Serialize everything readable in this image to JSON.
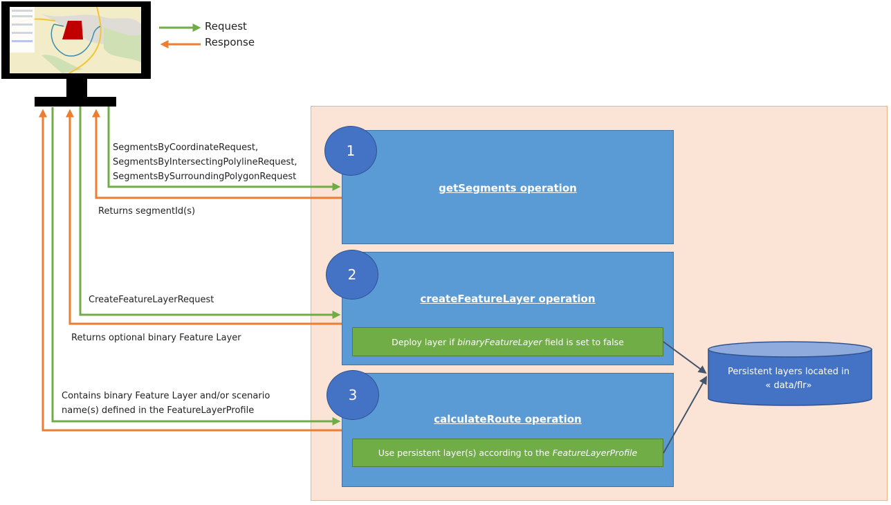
{
  "legend": {
    "request_label": "Request",
    "response_label": "Response",
    "request_color": "#70ad47",
    "response_color": "#ed7d31"
  },
  "client": {
    "icon": "monitor-icon",
    "screen": "map-application-screenshot"
  },
  "operations": [
    {
      "number": "1",
      "title": "getSegments operation",
      "request_label_lines": [
        "SegmentsByCoordinateRequest,",
        "SegmentsByIntersectingPolylineRequest,",
        "SegmentsBySurroundingPolygonRequest"
      ],
      "response_label": "Returns segmentId(s)"
    },
    {
      "number": "2",
      "title": "createFeatureLayer operation",
      "request_label": "CreateFeatureLayerRequest",
      "response_label": "Returns optional binary Feature Layer",
      "note": {
        "prefix": "Deploy layer if ",
        "italic": "binaryFeatureLayer",
        "suffix": " field is set to false"
      }
    },
    {
      "number": "3",
      "title": "calculateRoute operation",
      "request_label_lines": [
        "Contains binary Feature Layer and/or scenario",
        "name(s) defined in the FeatureLayerProfile"
      ],
      "note": {
        "prefix": "Use persistent layer(s) according to the ",
        "italic": "FeatureLayerProfile",
        "suffix": ""
      }
    }
  ],
  "storage": {
    "line1": "Persistent layers located in",
    "line2": "« data/flr»"
  },
  "colors": {
    "backdrop": "#fbe4d5",
    "operation_box": "#5b9bd5",
    "number_circle": "#4472c4",
    "note_box": "#70ad47",
    "database": "#4472c4"
  }
}
